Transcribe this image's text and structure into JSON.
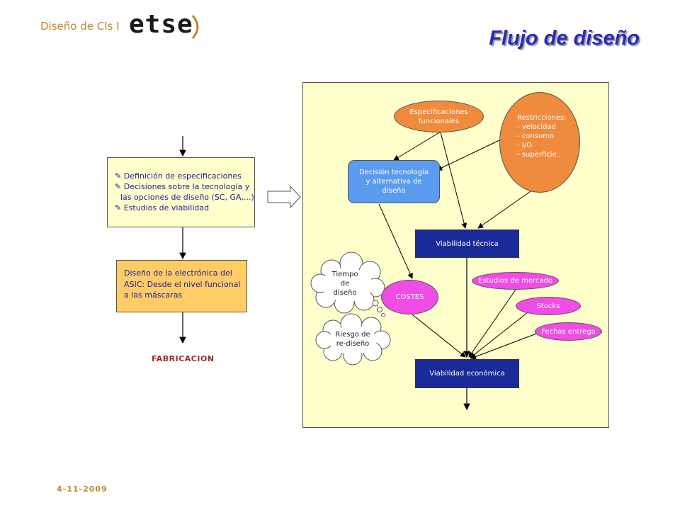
{
  "header": {
    "course": "Diseño de CIs I",
    "logo_text": "etse",
    "title": "Flujo de diseño"
  },
  "left_flow": {
    "spec_box": {
      "items": [
        "Definición de especificaciones",
        "Decisiones sobre la tecnología y",
        "las opciones de diseño (SC, GA,...)",
        "Estudios de viabilidad"
      ]
    },
    "asic_box": {
      "lines": [
        "Diseño de la electrónica del",
        "ASIC: Desde el nivel funcional",
        "a las máscaras"
      ]
    },
    "fabrication": "FABRICACION"
  },
  "diagram": {
    "especificaciones": [
      "Especificaciones",
      "funcionales"
    ],
    "restricciones": [
      "Restricciones:",
      "- velocidad",
      "- consumo",
      "- I/O",
      "- superficie.."
    ],
    "decision": [
      "Decisión tecnología",
      "y alternativa de",
      "diseño"
    ],
    "viabilidad_tecnica": "Viabilidad técnica",
    "viabilidad_economica": "Viabilidad económica",
    "costes": "COSTES",
    "estudios_mercado": "Estudios de mercado",
    "stocks": "Stocks",
    "fechas_entrega": "Fechas entrega",
    "tiempo_diseno": [
      "Tiempo",
      "de",
      "diseño"
    ],
    "riesgo_rediseno": [
      "Riesgo de",
      "re-diseño"
    ]
  },
  "footer": {
    "date": "4-11-2009"
  },
  "colors": {
    "title": "#2a2abf",
    "orange_node": "#f08a3c",
    "blue_node": "#5b9bef",
    "dark_blue_node": "#1a2a99",
    "magenta_node": "#f04ce6",
    "panel": "#ffffcc",
    "asic_box": "#ffcc66"
  }
}
